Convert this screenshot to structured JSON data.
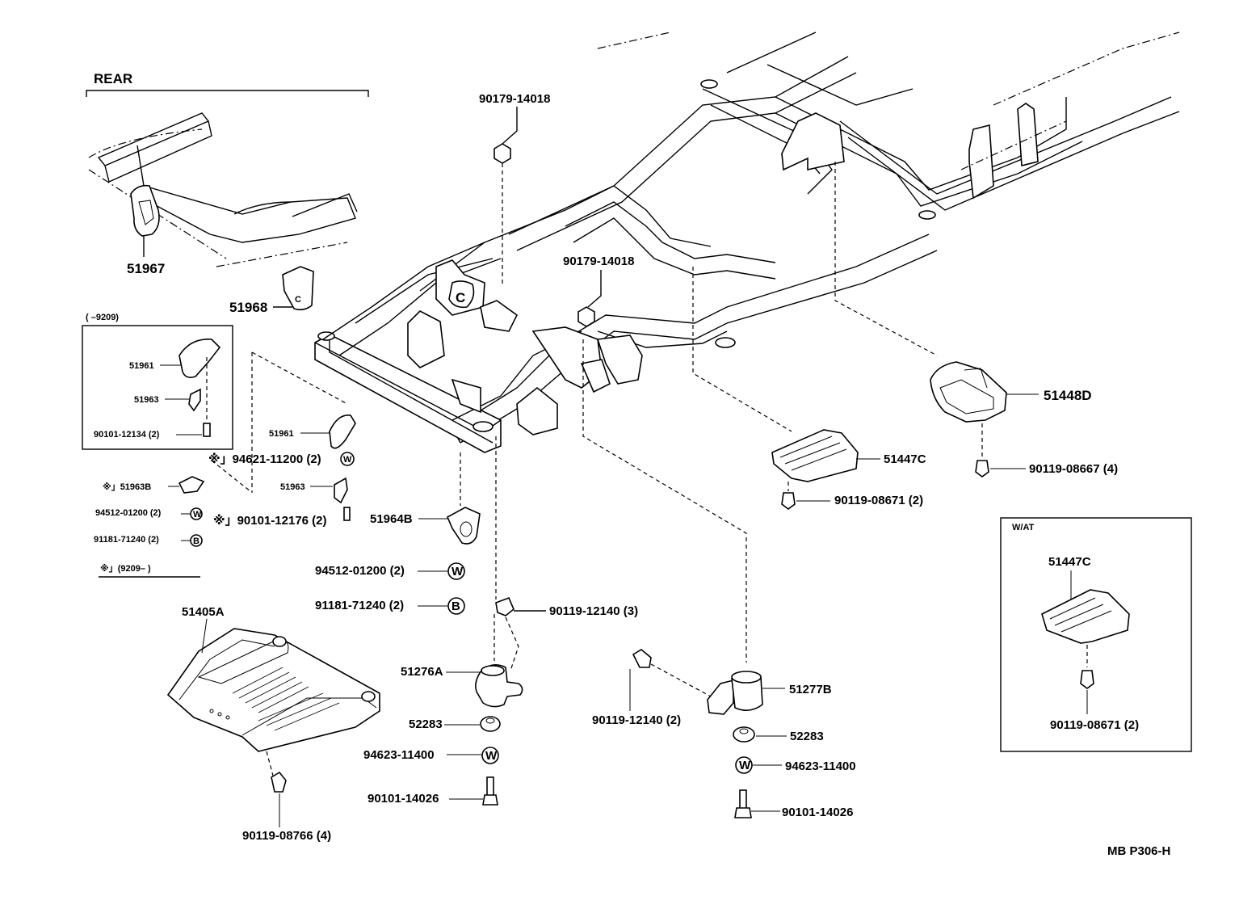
{
  "labels": {
    "rear": "REAR",
    "p51967": "51967",
    "p51968": "51968",
    "bx_range": "(        –9209)",
    "bx_51961": "51961",
    "bx_51963": "51963",
    "bx_bolt": "90101-12134 (2)",
    "p51961": "51961",
    "ast_94621": "※」94621-11200 (2)",
    "p51963": "51963",
    "ast_51963b": "※」51963B",
    "w_94512_sm": "94512-01200 (2)",
    "ast_90101": "※」90101-12176 (2)",
    "b_91181_sm": "91181-71240 (2)",
    "ast_range": "※」(9209–        )",
    "n90179_top": "90179-14018",
    "n90179_mid": "90179-14018",
    "p51964b": "51964B",
    "w_94512": "94512-01200 (2)",
    "b_91181": "91181-71240 (2)",
    "bolt_90119_3": "90119-12140 (3)",
    "p51405a": "51405A",
    "p51276a": "51276A",
    "p52283a": "52283",
    "w_94623a": "94623-11400",
    "b_90101a": "90101-14026",
    "b_90119_4": "90119-08766 (4)",
    "bolt_90119_2": "90119-12140 (2)",
    "p51277b": "51277B",
    "p52283b": "52283",
    "w_94623b": "94623-11400",
    "b_90101b": "90101-14026",
    "p51447c": "51447C",
    "b_90119_08671": "90119-08671 (2)",
    "p51448d": "51448D",
    "b_90119_08667": "90119-08667 (4)",
    "wat": "W/AT",
    "wat_51447c": "51447C",
    "wat_bolt": "90119-08671 (2)",
    "page_code": "MB  P306-H",
    "sym_c": "C",
    "sym_w": "W",
    "sym_b": "B"
  }
}
